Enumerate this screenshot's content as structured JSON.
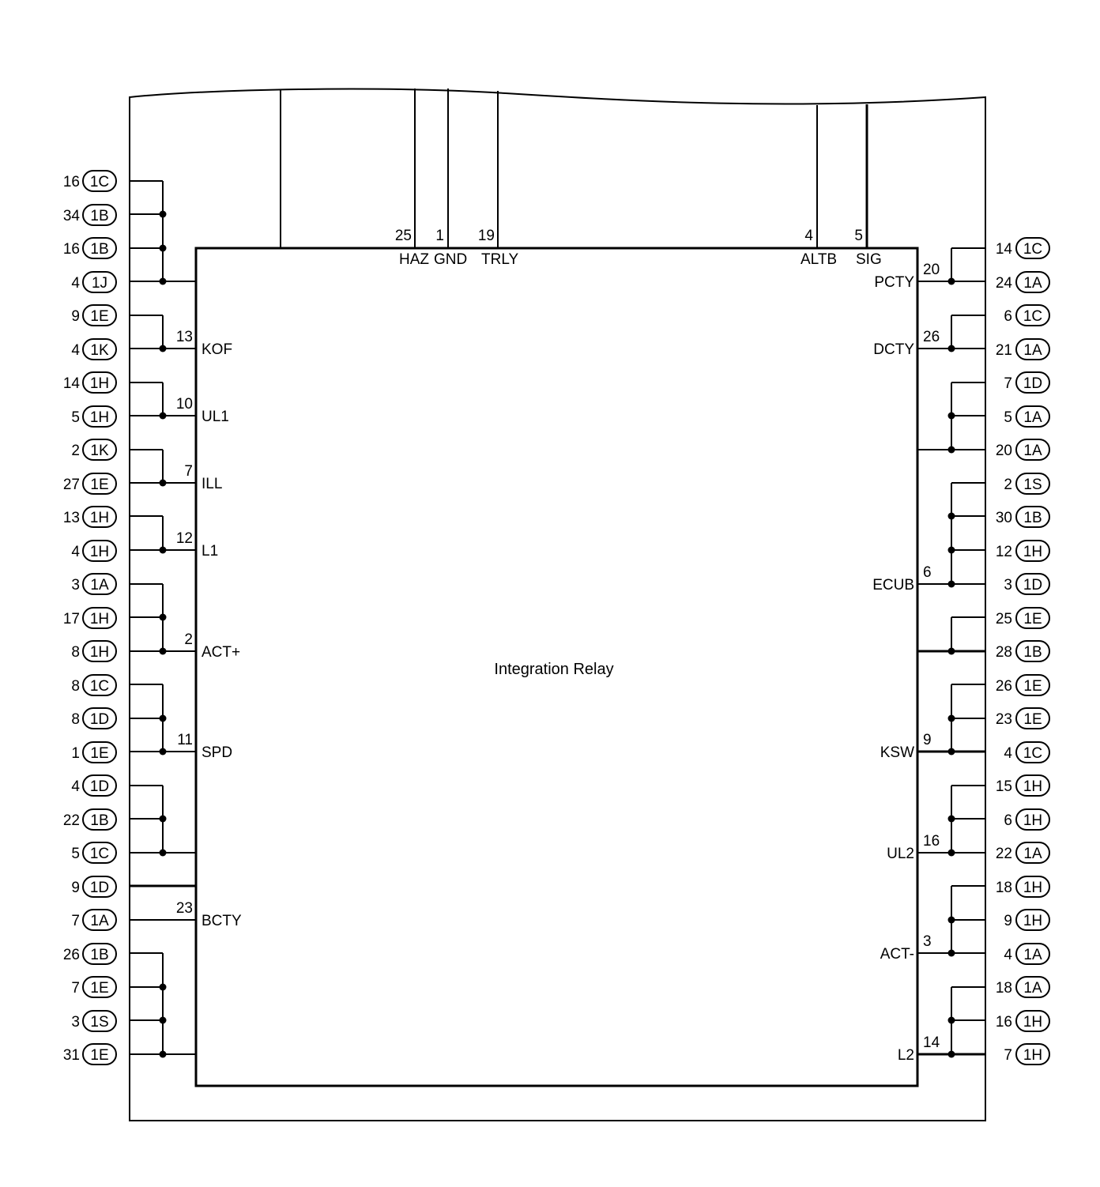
{
  "title": "Integration Relay",
  "top_pins": [
    {
      "num": "25",
      "name": "HAZ"
    },
    {
      "num": "1",
      "name": "GND"
    },
    {
      "num": "19",
      "name": "TRLY"
    },
    {
      "num": "4",
      "name": "ALTB"
    },
    {
      "num": "5",
      "name": "SIG"
    }
  ],
  "left_pins": [
    {
      "num": "13",
      "name": "KOF"
    },
    {
      "num": "10",
      "name": "UL1"
    },
    {
      "num": "7",
      "name": "ILL"
    },
    {
      "num": "12",
      "name": "L1"
    },
    {
      "num": "2",
      "name": "ACT+"
    },
    {
      "num": "11",
      "name": "SPD"
    },
    {
      "num": "23",
      "name": "BCTY"
    }
  ],
  "right_pins": [
    {
      "num": "20",
      "name": "PCTY"
    },
    {
      "num": "26",
      "name": "DCTY"
    },
    {
      "num": "6",
      "name": "ECUB"
    },
    {
      "num": "9",
      "name": "KSW"
    },
    {
      "num": "16",
      "name": "UL2"
    },
    {
      "num": "3",
      "name": "ACT-"
    },
    {
      "num": "14",
      "name": "L2"
    }
  ],
  "left_connectors": [
    {
      "num": "16",
      "id": "1C"
    },
    {
      "num": "34",
      "id": "1B"
    },
    {
      "num": "16",
      "id": "1B"
    },
    {
      "num": "4",
      "id": "1J"
    },
    {
      "num": "9",
      "id": "1E"
    },
    {
      "num": "4",
      "id": "1K"
    },
    {
      "num": "14",
      "id": "1H"
    },
    {
      "num": "5",
      "id": "1H"
    },
    {
      "num": "2",
      "id": "1K"
    },
    {
      "num": "27",
      "id": "1E"
    },
    {
      "num": "13",
      "id": "1H"
    },
    {
      "num": "4",
      "id": "1H"
    },
    {
      "num": "3",
      "id": "1A"
    },
    {
      "num": "17",
      "id": "1H"
    },
    {
      "num": "8",
      "id": "1H"
    },
    {
      "num": "8",
      "id": "1C"
    },
    {
      "num": "8",
      "id": "1D"
    },
    {
      "num": "1",
      "id": "1E"
    },
    {
      "num": "4",
      "id": "1D"
    },
    {
      "num": "22",
      "id": "1B"
    },
    {
      "num": "5",
      "id": "1C"
    },
    {
      "num": "9",
      "id": "1D"
    },
    {
      "num": "7",
      "id": "1A"
    },
    {
      "num": "26",
      "id": "1B"
    },
    {
      "num": "7",
      "id": "1E"
    },
    {
      "num": "3",
      "id": "1S"
    },
    {
      "num": "31",
      "id": "1E"
    }
  ],
  "right_connectors": [
    {
      "num": "14",
      "id": "1C"
    },
    {
      "num": "24",
      "id": "1A"
    },
    {
      "num": "6",
      "id": "1C"
    },
    {
      "num": "21",
      "id": "1A"
    },
    {
      "num": "7",
      "id": "1D"
    },
    {
      "num": "5",
      "id": "1A"
    },
    {
      "num": "20",
      "id": "1A"
    },
    {
      "num": "2",
      "id": "1S"
    },
    {
      "num": "30",
      "id": "1B"
    },
    {
      "num": "12",
      "id": "1H"
    },
    {
      "num": "3",
      "id": "1D"
    },
    {
      "num": "25",
      "id": "1E"
    },
    {
      "num": "28",
      "id": "1B"
    },
    {
      "num": "26",
      "id": "1E"
    },
    {
      "num": "23",
      "id": "1E"
    },
    {
      "num": "4",
      "id": "1C"
    },
    {
      "num": "15",
      "id": "1H"
    },
    {
      "num": "6",
      "id": "1H"
    },
    {
      "num": "22",
      "id": "1A"
    },
    {
      "num": "18",
      "id": "1H"
    },
    {
      "num": "9",
      "id": "1H"
    },
    {
      "num": "4",
      "id": "1A"
    },
    {
      "num": "18",
      "id": "1A"
    },
    {
      "num": "16",
      "id": "1H"
    },
    {
      "num": "7",
      "id": "1H"
    }
  ]
}
